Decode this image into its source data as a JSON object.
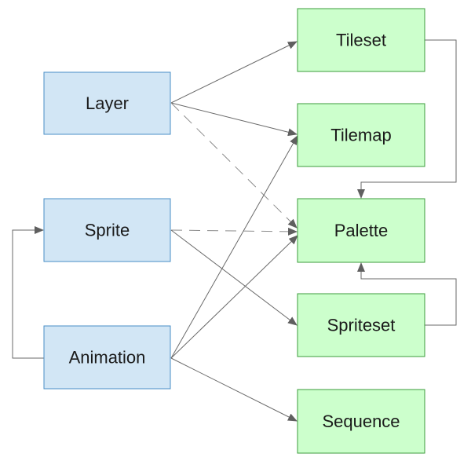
{
  "colors": {
    "source_fill": "#d2e6f5",
    "source_stroke": "#4a8fc7",
    "target_fill": "#ccffcc",
    "target_stroke": "#3c9b3c",
    "edge_stroke": "#6a6a6a"
  },
  "nodes": [
    {
      "id": "layer",
      "label": "Layer",
      "kind": "source"
    },
    {
      "id": "sprite",
      "label": "Sprite",
      "kind": "source"
    },
    {
      "id": "animation",
      "label": "Animation",
      "kind": "source"
    },
    {
      "id": "tileset",
      "label": "Tileset",
      "kind": "target"
    },
    {
      "id": "tilemap",
      "label": "Tilemap",
      "kind": "target"
    },
    {
      "id": "palette",
      "label": "Palette",
      "kind": "target"
    },
    {
      "id": "spriteset",
      "label": "Spriteset",
      "kind": "target"
    },
    {
      "id": "sequence",
      "label": "Sequence",
      "kind": "target"
    }
  ],
  "edges": [
    {
      "from": "layer",
      "to": "tileset",
      "style": "solid"
    },
    {
      "from": "layer",
      "to": "tilemap",
      "style": "solid"
    },
    {
      "from": "layer",
      "to": "palette",
      "style": "dashed"
    },
    {
      "from": "sprite",
      "to": "palette",
      "style": "dashed"
    },
    {
      "from": "sprite",
      "to": "spriteset",
      "style": "solid"
    },
    {
      "from": "animation",
      "to": "sprite",
      "style": "solid"
    },
    {
      "from": "animation",
      "to": "tilemap",
      "style": "solid"
    },
    {
      "from": "animation",
      "to": "palette",
      "style": "solid"
    },
    {
      "from": "animation",
      "to": "sequence",
      "style": "solid"
    },
    {
      "from": "tileset",
      "to": "palette",
      "style": "solid"
    },
    {
      "from": "spriteset",
      "to": "palette",
      "style": "solid"
    }
  ]
}
